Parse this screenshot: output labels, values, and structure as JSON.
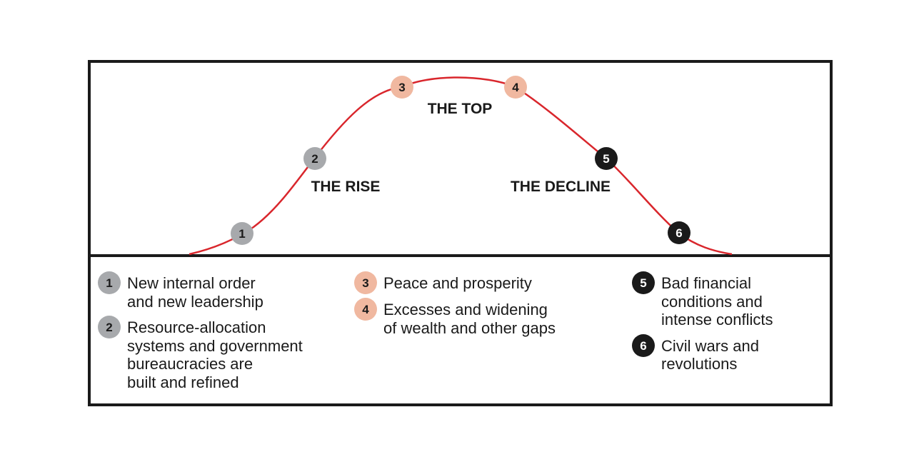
{
  "colors": {
    "curve": "#d9262c",
    "frame": "#1a1a1a",
    "stage_rise": "#a7a9ac",
    "stage_top": "#f0b8a0",
    "stage_decline": "#1a1a1a",
    "number_on_light": "#1a1a1a",
    "number_on_dark": "#ffffff"
  },
  "phases": {
    "rise": "THE RISE",
    "top": "THE TOP",
    "decline": "THE DECLINE"
  },
  "markers": [
    {
      "number": "1",
      "group": "rise"
    },
    {
      "number": "2",
      "group": "rise"
    },
    {
      "number": "3",
      "group": "top"
    },
    {
      "number": "4",
      "group": "top"
    },
    {
      "number": "5",
      "group": "decline"
    },
    {
      "number": "6",
      "group": "decline"
    }
  ],
  "legend": [
    {
      "number": "1",
      "group": "rise",
      "lines": [
        "New internal order",
        "and new leadership"
      ]
    },
    {
      "number": "2",
      "group": "rise",
      "lines": [
        "Resource-allocation",
        "systems and government",
        "bureaucracies are",
        "built and refined"
      ]
    },
    {
      "number": "3",
      "group": "top",
      "lines": [
        "Peace and prosperity"
      ]
    },
    {
      "number": "4",
      "group": "top",
      "lines": [
        "Excesses and widening",
        "of wealth and other gaps"
      ]
    },
    {
      "number": "5",
      "group": "decline",
      "lines": [
        "Bad financial",
        "conditions and",
        "intense conflicts"
      ]
    },
    {
      "number": "6",
      "group": "decline",
      "lines": [
        "Civil wars and",
        "revolutions"
      ]
    }
  ]
}
